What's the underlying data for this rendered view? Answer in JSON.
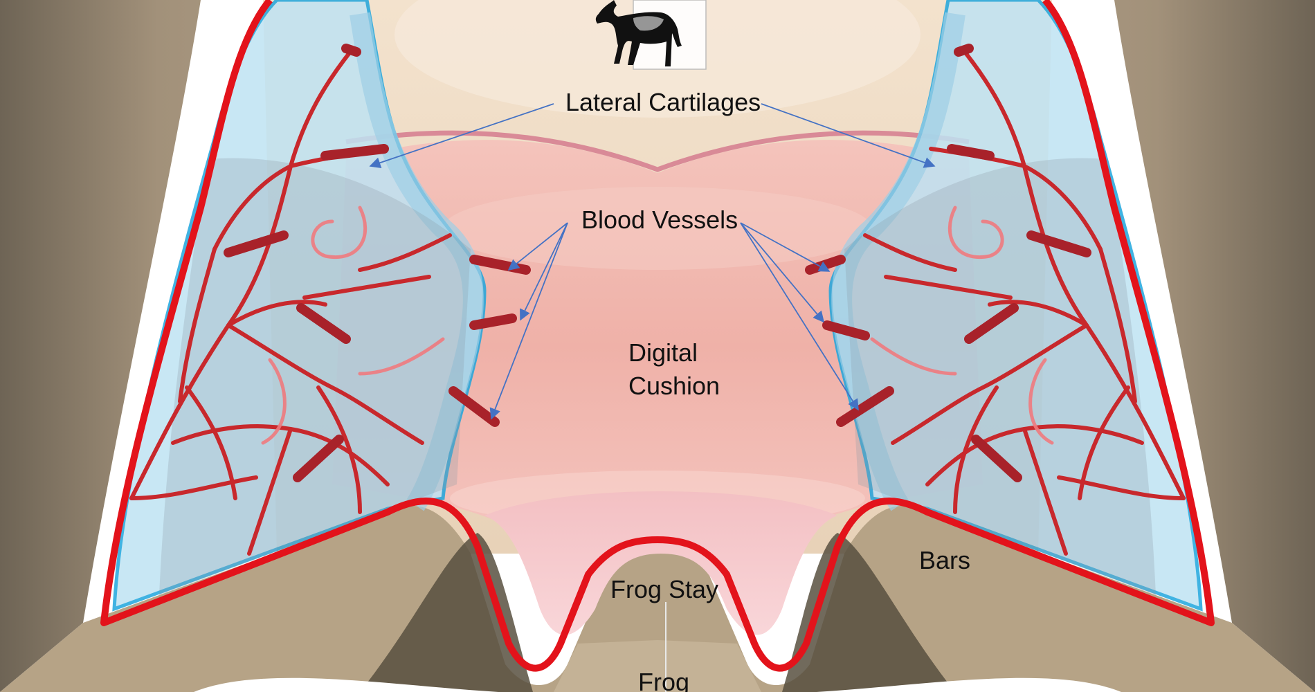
{
  "labels": {
    "lateral_cartilages": "Lateral Cartilages",
    "blood_vessels": "Blood Vessels",
    "digital_line1": "Digital",
    "digital_line2": "Cushion",
    "bars": "Bars",
    "frog_stay": "Frog Stay",
    "frog": "Frog"
  },
  "colors": {
    "hoof_wall": "#a89478",
    "bone_background": "#ecd7bf",
    "lateral_cartilage_fill": "#bfe3f3",
    "lateral_cartilage_edge": "#1fa6dd",
    "digital_cushion": "#f0b7ae",
    "frog_stay": "#f6c7cc",
    "corium_outline": "#e3131b",
    "blood_vessel": "#c8282c",
    "pointer_line": "#4472c4",
    "text": "#111111"
  },
  "icons": {
    "horse": "horse-silhouette-icon"
  }
}
